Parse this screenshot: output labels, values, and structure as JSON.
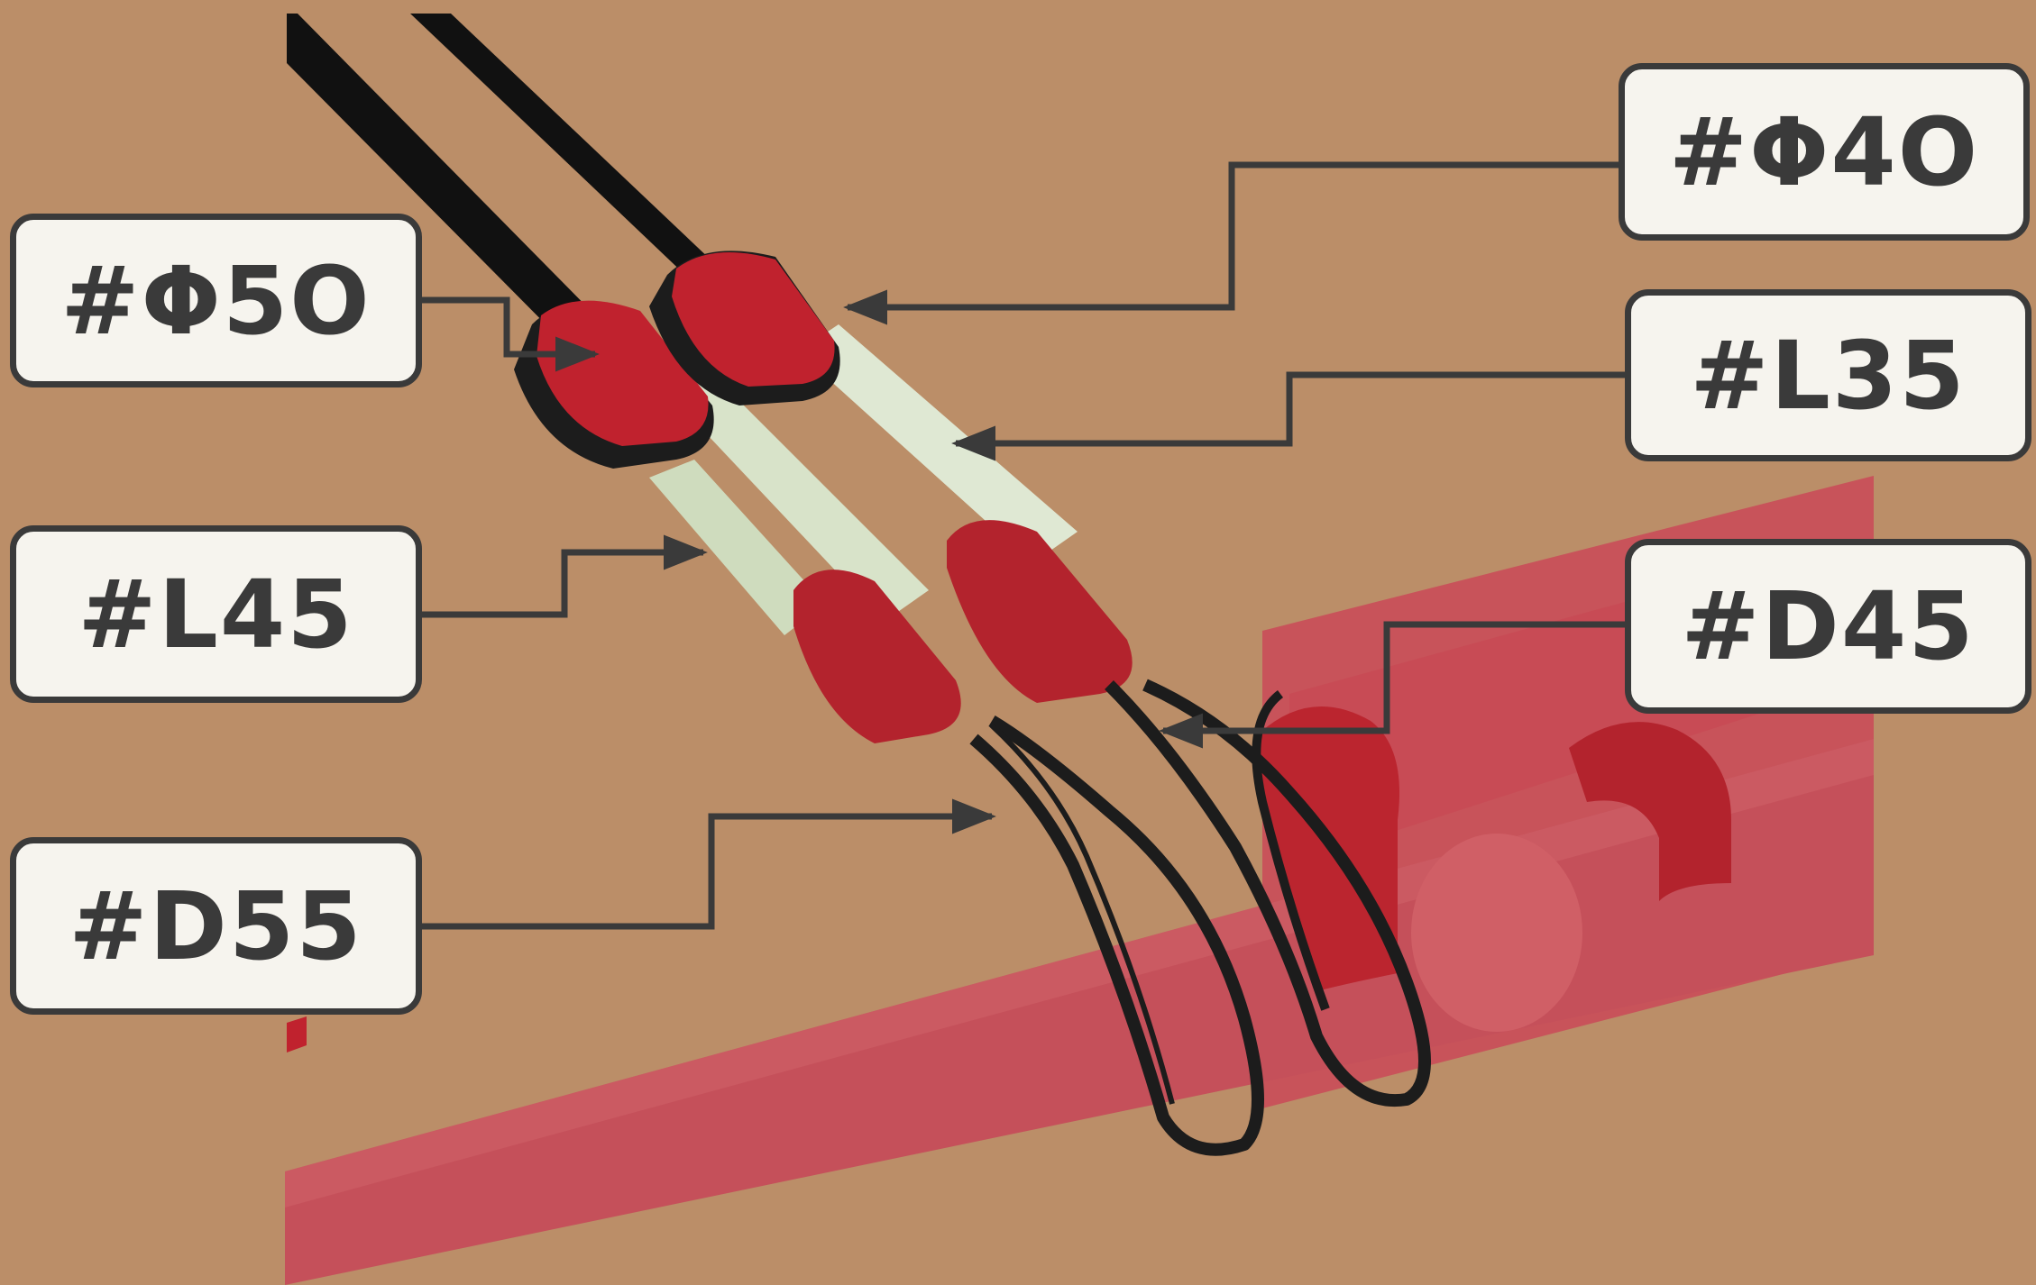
{
  "labels": {
    "phi50": "#Φ5O",
    "phi40": "#Φ4O",
    "l35": "#L35",
    "l45": "#L45",
    "d45": "#D45",
    "d55": "#D55"
  },
  "colors": {
    "background": "#bb8e68",
    "pipe": "#c8535a",
    "pipe_shade": "#b7424c",
    "plastic_red": "#c0222e",
    "strap_green": "#dfe8d3",
    "loop_black": "#1c1c1c",
    "leader": "#3a3a3a",
    "label_fill": "#f6f4ee"
  }
}
